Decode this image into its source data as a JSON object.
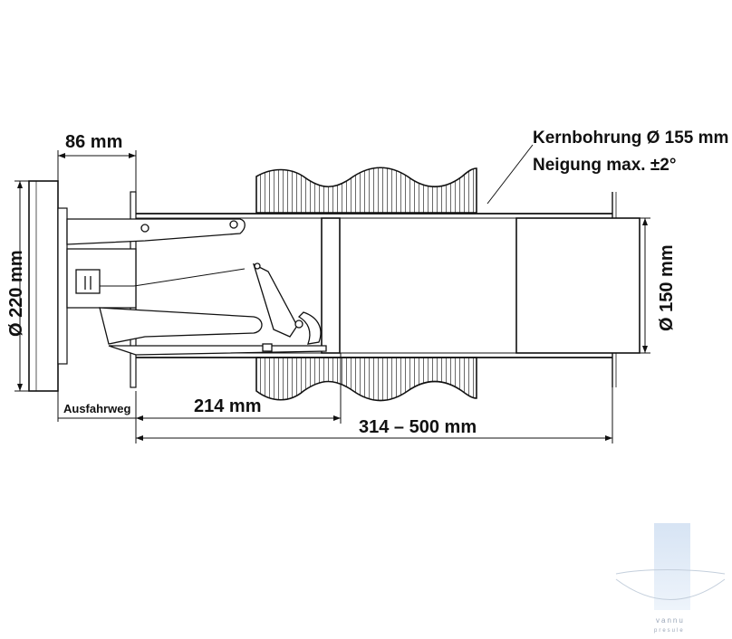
{
  "dimensions": {
    "flange_depth": "86 mm",
    "outer_diameter": "Ø 220 mm",
    "travel": "Ausfahrweg",
    "inner_length": "214 mm",
    "wall_length": "314 – 500 mm",
    "pipe_diameter": "Ø 150 mm"
  },
  "callouts": {
    "core_hole": "Kernbohrung Ø 155 mm",
    "slope": "Neigung max. ±2°"
  },
  "watermark": {
    "brand": "vannu",
    "tagline": "presule"
  },
  "colors": {
    "line": "#1a1a1a",
    "hatch": "#333333",
    "watermark": "#c9d8ec"
  }
}
